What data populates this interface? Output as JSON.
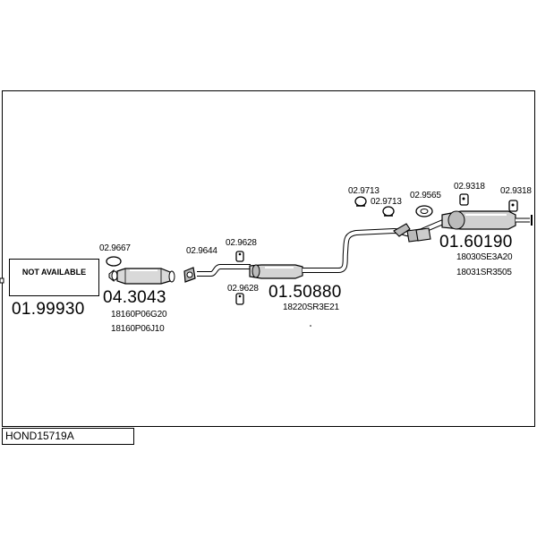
{
  "diagram": {
    "code": "HOND15719A",
    "not_available": "NOT AVAILABLE",
    "parts": {
      "front_pipe_number": "01.99930",
      "cat_number": "04.3043",
      "cat_oem1": "18160P06G20",
      "cat_oem2": "18160P06J10",
      "gasket_a": "02.9667",
      "gasket_b": "02.9644",
      "hanger_top": "02.9628",
      "hanger_bottom": "02.9628",
      "mid_number": "01.50880",
      "mid_oem": "18220SR3E21",
      "clamp_1": "02.9713",
      "clamp_2": "02.9713",
      "gasket_c": "02.9565",
      "hanger_r1": "02.9318",
      "hanger_r2": "02.9318",
      "rear_number": "01.60190",
      "rear_oem1": "18030SE3A20",
      "rear_oem2": "18031SR3505"
    }
  }
}
